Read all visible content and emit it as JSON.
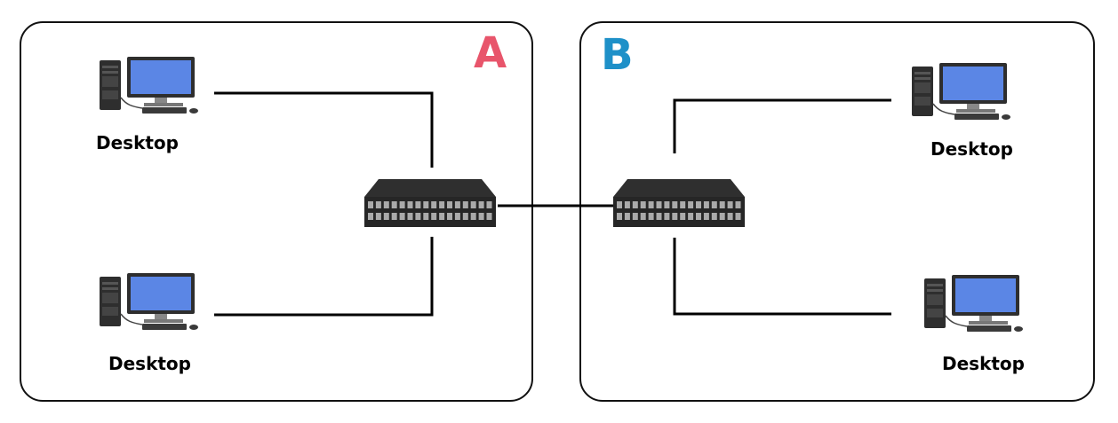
{
  "zones": {
    "a": {
      "letter": "A",
      "color": "#e8556b"
    },
    "b": {
      "letter": "B",
      "color": "#1e90c8"
    }
  },
  "desktops": {
    "a_top": {
      "label": "Desktop"
    },
    "a_bottom": {
      "label": "Desktop"
    },
    "b_top": {
      "label": "Desktop"
    },
    "b_bottom": {
      "label": "Desktop"
    }
  },
  "colors": {
    "monitor_screen": "#5b86e5",
    "device_dark": "#333333",
    "line": "#000000"
  },
  "icons": [
    "desktop-computer-icon",
    "network-switch-icon"
  ]
}
